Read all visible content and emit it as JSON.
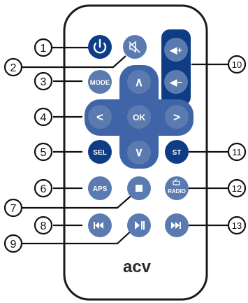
{
  "remote": {
    "brand": "acv",
    "colors": {
      "body": "#ffffff",
      "outline": "#1a1a1a",
      "button_light": "#5b7bb0",
      "button_dark": "#0e3d86",
      "pad": "#3f64a8"
    },
    "buttons": {
      "power_icon": "power-icon",
      "mute_icon": "mute-icon",
      "vol_up_label": "◀+",
      "vol_down_label": "◀−",
      "mode_label": "MODE",
      "up_label": "∧",
      "down_label": "∨",
      "left_label": "<",
      "right_label": ">",
      "ok_label": "OK",
      "sel_label": "SEL",
      "st_label": "ST",
      "aps_label": "APS",
      "stop_icon": "stop-icon",
      "radio_label": "RADIO",
      "prev_icon": "previous-track-icon",
      "play_pause_icon": "play-pause-icon",
      "next_icon": "next-track-icon"
    }
  },
  "callouts": [
    "1",
    "2",
    "3",
    "4",
    "5",
    "6",
    "7",
    "8",
    "9",
    "10",
    "11",
    "12",
    "13"
  ]
}
